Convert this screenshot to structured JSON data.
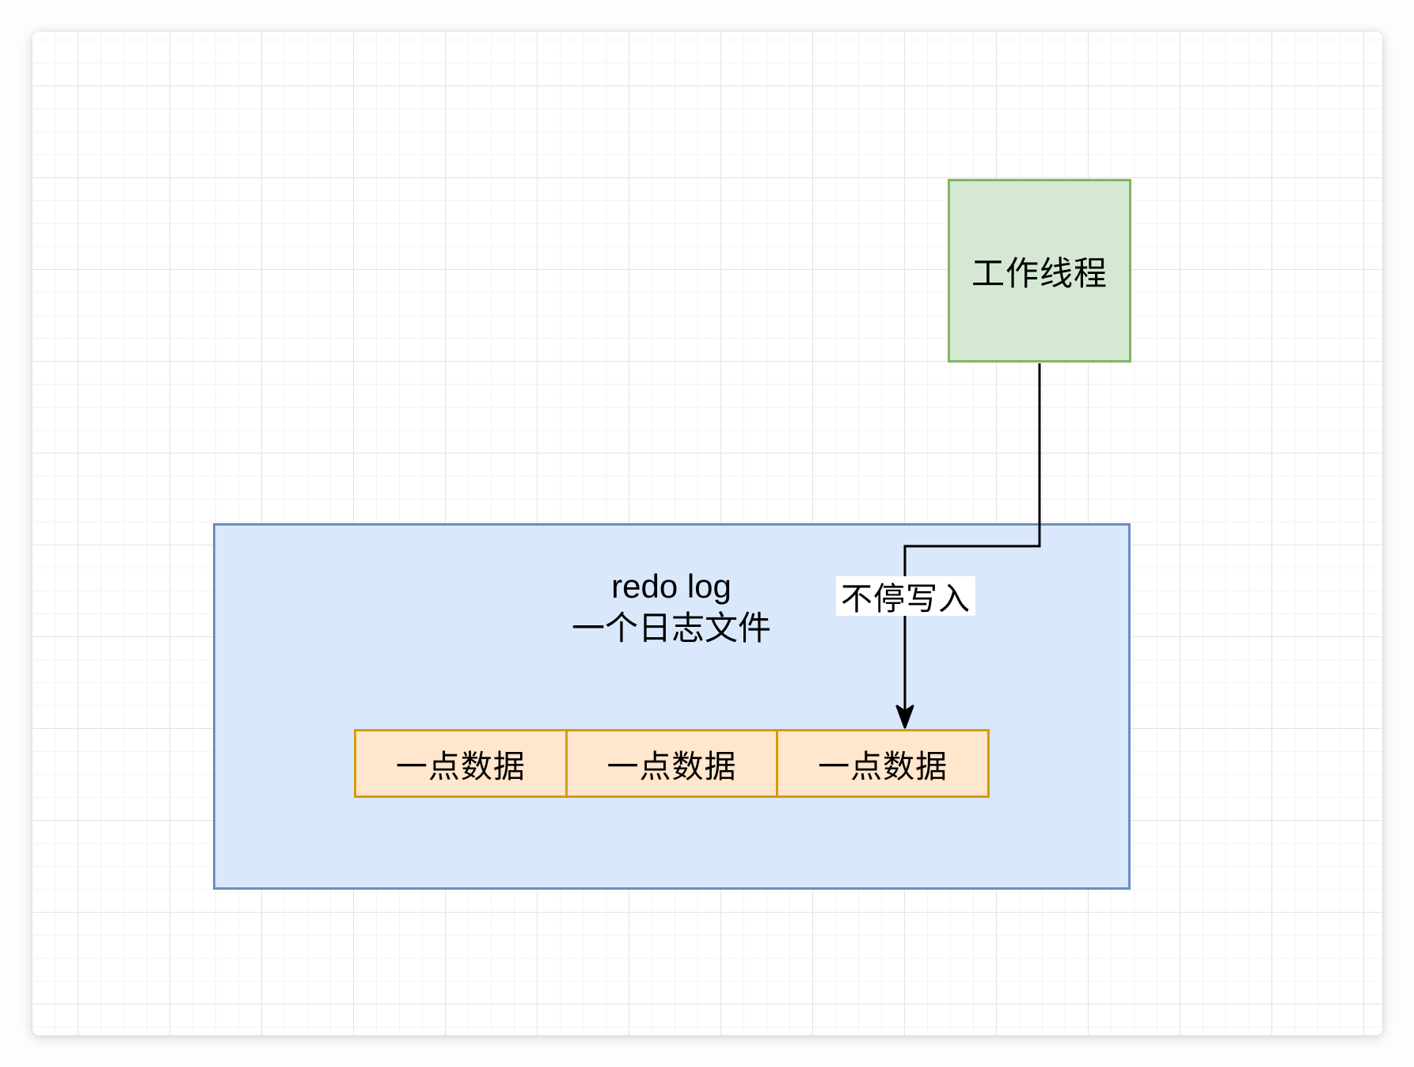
{
  "diagram": {
    "worker_box": {
      "label": "工作线程"
    },
    "redo_log_box": {
      "title_line1": "redo log",
      "title_line2": "一个日志文件"
    },
    "arrow": {
      "label": "不停写入"
    },
    "data_cells": [
      {
        "label": "一点数据"
      },
      {
        "label": "一点数据"
      },
      {
        "label": "一点数据"
      }
    ],
    "colors": {
      "worker_fill": "#d5e8d4",
      "worker_border": "#82b366",
      "log_fill": "#dae8fc",
      "log_border": "#6c8ebf",
      "cell_fill": "#ffe6cc",
      "cell_border": "#d79b00",
      "arrow_stroke": "#000000",
      "text": "#000000",
      "label_background": "#ffffff"
    }
  }
}
